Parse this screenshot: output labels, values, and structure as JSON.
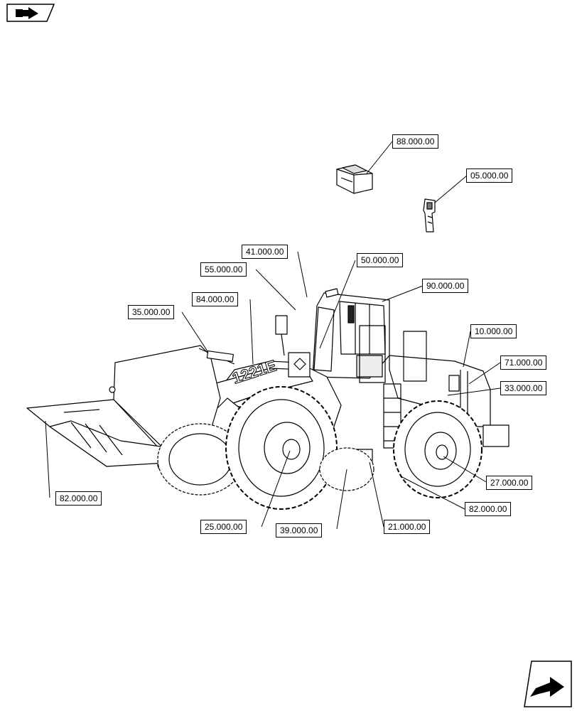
{
  "diagram": {
    "model_label": "1221E",
    "callouts": [
      {
        "id": "c-88",
        "label": "88.000.00"
      },
      {
        "id": "c-05",
        "label": "05.000.00"
      },
      {
        "id": "c-41",
        "label": "41.000.00"
      },
      {
        "id": "c-50",
        "label": "50.000.00"
      },
      {
        "id": "c-55",
        "label": "55.000.00"
      },
      {
        "id": "c-90",
        "label": "90.000.00"
      },
      {
        "id": "c-84",
        "label": "84.000.00"
      },
      {
        "id": "c-35",
        "label": "35.000.00"
      },
      {
        "id": "c-10",
        "label": "10.000.00"
      },
      {
        "id": "c-71",
        "label": "71.000.00"
      },
      {
        "id": "c-33",
        "label": "33.000.00"
      },
      {
        "id": "c-27",
        "label": "27.000.00"
      },
      {
        "id": "c-82a",
        "label": "82.000.00"
      },
      {
        "id": "c-82b",
        "label": "82.000.00"
      },
      {
        "id": "c-25",
        "label": "25.000.00"
      },
      {
        "id": "c-39",
        "label": "39.000.00"
      },
      {
        "id": "c-21",
        "label": "21.000.00"
      }
    ]
  },
  "icons": {
    "top": "previous-page-arrow-icon",
    "bottom": "next-page-arrow-icon"
  }
}
